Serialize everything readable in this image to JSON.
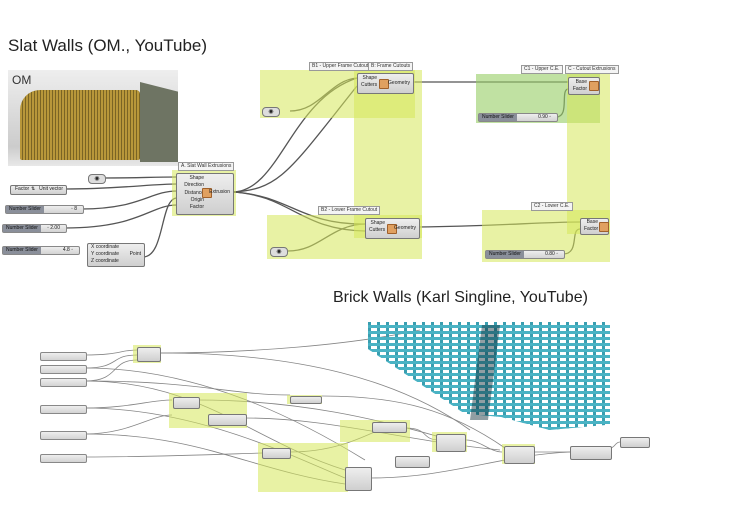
{
  "slat": {
    "title": "Slat Walls (OM., YouTube)",
    "image_logo": "OM",
    "groups": {
      "a": "A. Slat Wall Extrusions",
      "b1": "B1 - Upper Frame Cutout",
      "b": "B: Frame Cutouts",
      "b2": "B2 - Lower Frame Cutout",
      "c1": "C1 - Upper C.E.",
      "c": "C - Cutout Extrusions",
      "c2": "C2 - Lower C.E."
    },
    "extrude": {
      "inputs": [
        "Shape",
        "Direction",
        "Distance",
        "Origin",
        "Factor"
      ],
      "output": "Extrusion"
    },
    "unit_vector": {
      "in": "Factor",
      "out": "Unit vector"
    },
    "sliders": [
      {
        "name": "Number Slider",
        "value": "◦ 8"
      },
      {
        "name": "Number Slider",
        "value": "◦ 2.00"
      },
      {
        "name": "Number Slider",
        "value": "4.8 ◦"
      },
      {
        "name": "Number Slider",
        "value": "0.90 ◦"
      },
      {
        "name": "Number Slider",
        "value": "0.80 ◦"
      }
    ],
    "point": {
      "inputs": [
        "X coordinate",
        "Y coordinate",
        "Z coordinate"
      ],
      "output": "Point"
    },
    "cutout": {
      "inputs": [
        "Shape",
        "Cutters"
      ],
      "output": "Geometry"
    },
    "scale": {
      "inputs": [
        "Base",
        "Factor"
      ]
    }
  },
  "brick": {
    "title": "Brick Walls (Karl Singline, YouTube)"
  },
  "colors": {
    "group": "#d6e85a",
    "brick": "#4ab3c4",
    "slat": "#b8973a"
  }
}
